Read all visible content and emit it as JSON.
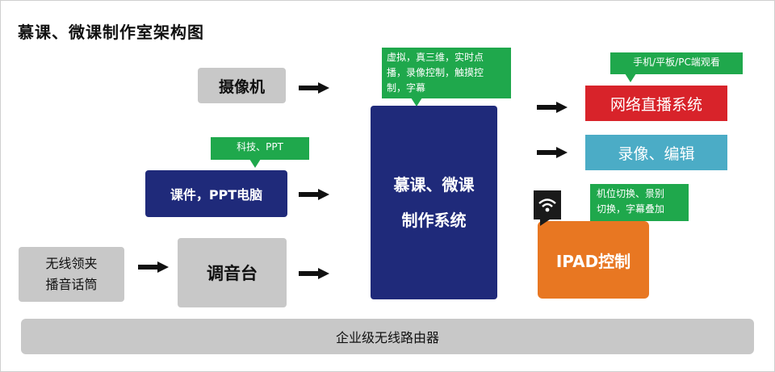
{
  "title": "慕课、微课制作室架构图",
  "inputs": {
    "camera": "摄像机",
    "courseware": "课件，PPT电脑",
    "mic_line1": "无线领夹",
    "mic_line2": "播音话筒",
    "mixer": "调音台"
  },
  "center": {
    "line1": "慕课、微课",
    "line2": "制作系统"
  },
  "outputs": {
    "live": "网络直播系统",
    "record": "录像、编辑",
    "ipad": "IPAD控制"
  },
  "bubbles": {
    "system_features": [
      "虚拟，真三维，实时点",
      "播，录像控制，触摸控",
      "制，字幕"
    ],
    "devices": "手机/平板/PC端观看",
    "tech": "科技、PPT",
    "ipad_features": [
      "机位切换、景别",
      "切换，字幕叠加"
    ]
  },
  "router": "企业级无线路由器",
  "colors": {
    "red": "#d8232a",
    "cyan": "#4bacc6",
    "orange": "#e87722",
    "navy": "#1f2a7a",
    "green": "#1fa84c"
  },
  "icons": [
    "wifi-icon",
    "arrow-right-icon"
  ]
}
